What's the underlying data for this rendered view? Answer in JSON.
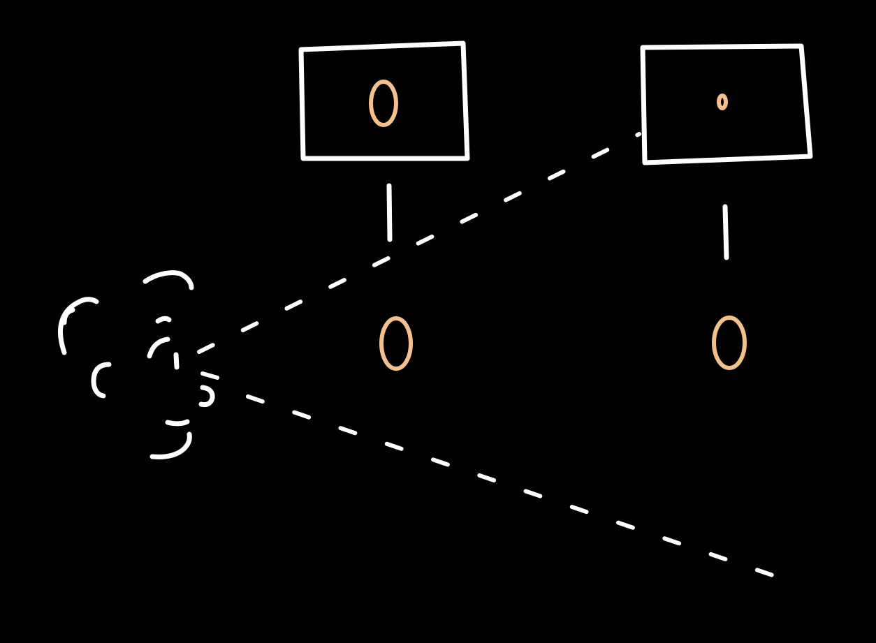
{
  "colors": {
    "background": "#000000",
    "chalk": "#ffffff",
    "accent": "#f4c08c"
  },
  "diagram": {
    "screens": [
      {
        "content": "0",
        "icon": "near-screen-ring"
      },
      {
        "content": "0",
        "icon": "far-screen-ring"
      }
    ],
    "objects": [
      {
        "content": "0",
        "icon": "near-object-ring"
      },
      {
        "content": "0",
        "icon": "far-object-ring"
      }
    ],
    "viewer": {
      "icon": "eye-icon"
    }
  }
}
